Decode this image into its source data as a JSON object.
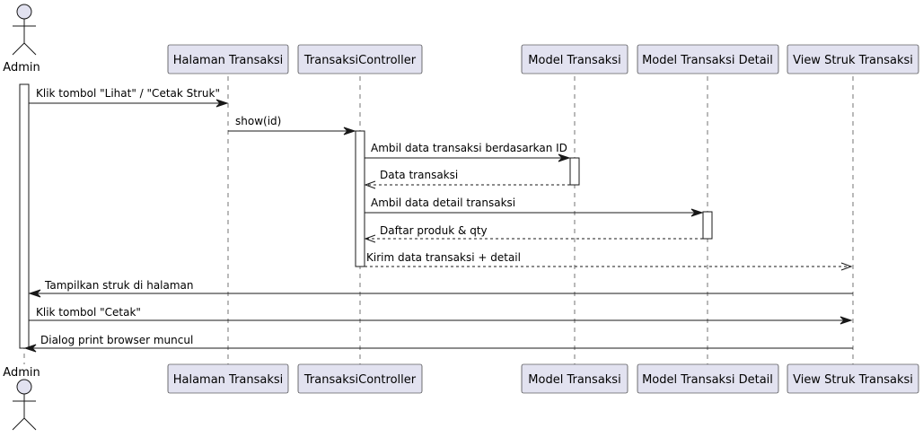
{
  "actor": {
    "name": "Admin"
  },
  "participants": [
    {
      "id": "halaman",
      "label": "Halaman Transaksi"
    },
    {
      "id": "controller",
      "label": "TransaksiController"
    },
    {
      "id": "model",
      "label": "Model Transaksi"
    },
    {
      "id": "model_detail",
      "label": "Model Transaksi Detail"
    },
    {
      "id": "view",
      "label": "View Struk Transaksi"
    }
  ],
  "messages": [
    {
      "label": "Klik tombol \"Lihat\" / \"Cetak Struk\"",
      "from": "admin",
      "to": "halaman",
      "type": "sync"
    },
    {
      "label": "show(id)",
      "from": "halaman",
      "to": "controller",
      "type": "sync"
    },
    {
      "label": "Ambil data transaksi berdasarkan ID",
      "from": "controller",
      "to": "model",
      "type": "sync"
    },
    {
      "label": "Data transaksi",
      "from": "model",
      "to": "controller",
      "type": "return"
    },
    {
      "label": "Ambil data detail transaksi",
      "from": "controller",
      "to": "model_detail",
      "type": "sync"
    },
    {
      "label": "Daftar produk & qty",
      "from": "model_detail",
      "to": "controller",
      "type": "return"
    },
    {
      "label": "Kirim data transaksi + detail",
      "from": "controller",
      "to": "view",
      "type": "return"
    },
    {
      "label": "Tampilkan struk di halaman",
      "from": "view",
      "to": "admin",
      "type": "sync"
    },
    {
      "label": "Klik tombol \"Cetak\"",
      "from": "admin",
      "to": "view",
      "type": "sync"
    },
    {
      "label": "Dialog print browser muncul",
      "from": "view",
      "to": "admin",
      "type": "sync"
    }
  ],
  "colors": {
    "participant_fill": "#E2E2F0",
    "line": "#181818",
    "background": "#FFFFFF"
  }
}
